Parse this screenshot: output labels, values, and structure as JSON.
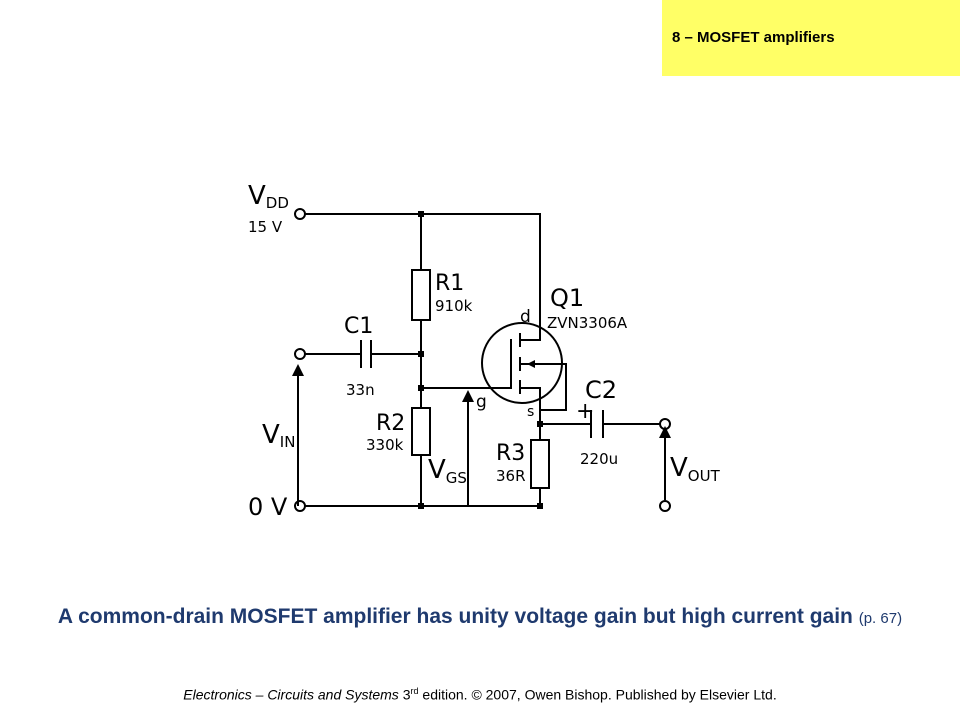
{
  "header": {
    "chapter_title": "8 – MOSFET amplifiers",
    "highlight_color": "#FFFF66"
  },
  "circuit": {
    "vdd": {
      "main": "V",
      "sub": "DD",
      "value": "15 V"
    },
    "ground": "0 V",
    "r1": {
      "name": "R1",
      "value": "910k"
    },
    "r2": {
      "name": "R2",
      "value": "330k"
    },
    "r3": {
      "name": "R3",
      "value": "36R"
    },
    "c1": {
      "name": "C1",
      "value": "33n"
    },
    "c2": {
      "name": "C2",
      "value": "220u",
      "polarity": "+"
    },
    "q1": {
      "name": "Q1",
      "part": "ZVN3306A",
      "drain": "d",
      "gate": "g",
      "source": "s"
    },
    "vin": {
      "main": "V",
      "sub": "IN"
    },
    "vgs": {
      "main": "V",
      "sub": "GS"
    },
    "vout": {
      "main": "V",
      "sub": "OUT"
    }
  },
  "caption": {
    "text": "A common-drain MOSFET amplifier has unity voltage gain but high current gain",
    "page_ref": "(p. 67)",
    "color": "#1F3A6E"
  },
  "footer": {
    "book": "Electronics – Circuits and Systems",
    "edition_number": "3",
    "edition_suffix": "rd",
    "rest": " edition. © 2007, Owen Bishop. Published by Elsevier Ltd."
  }
}
